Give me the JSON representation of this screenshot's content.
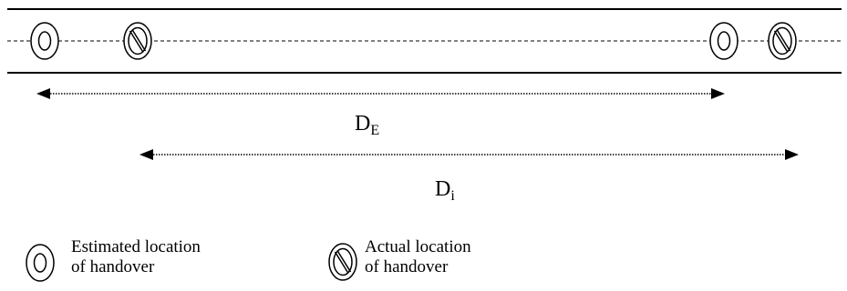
{
  "labels": {
    "estimated_distance": {
      "base": "D",
      "subscript": "E"
    },
    "actual_distance": {
      "base": "D",
      "subscript": "i"
    }
  },
  "legend": {
    "estimated": {
      "icon": "estimated-handover-icon",
      "line1": "Estimated location",
      "line2": "of handover"
    },
    "actual": {
      "icon": "actual-handover-icon",
      "line1": "Actual location",
      "line2": "of handover"
    }
  },
  "colors": {
    "stroke": "#000000",
    "background": "#ffffff"
  }
}
